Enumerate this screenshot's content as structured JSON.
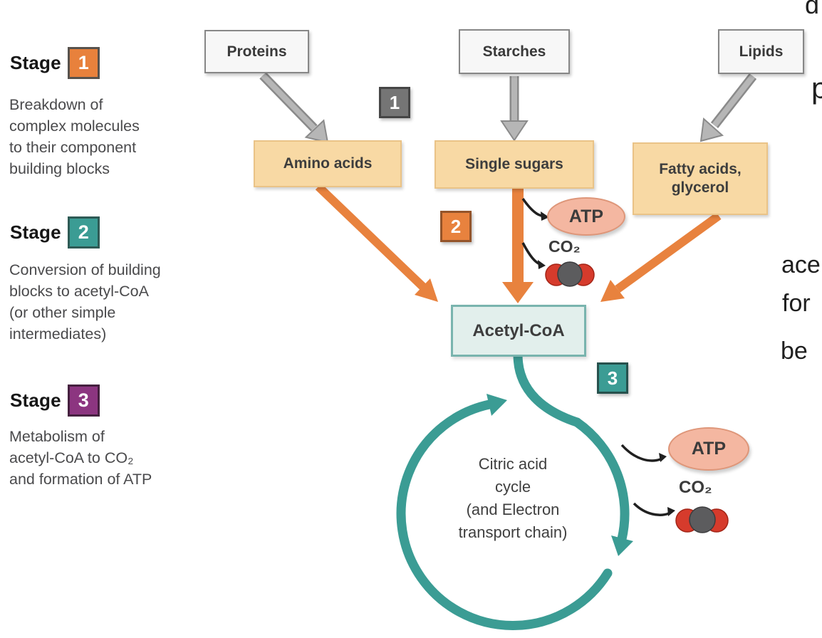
{
  "legend": {
    "stages": [
      {
        "label": "Stage",
        "num": "1",
        "desc": "Breakdown of\ncomplex molecules\nto their component\nbuilding blocks",
        "color": "#e8813c"
      },
      {
        "label": "Stage",
        "num": "2",
        "desc": "Conversion of building\nblocks to acetyl-CoA\n(or other simple\nintermediates)",
        "color": "#3b9c94"
      },
      {
        "label": "Stage",
        "num": "3",
        "desc": "Metabolism of\nacetyl-CoA to CO₂\nand formation of ATP",
        "color": "#8c3580"
      }
    ]
  },
  "diagram": {
    "sources": [
      "Proteins",
      "Starches",
      "Lipids"
    ],
    "step_badges": [
      "1",
      "2",
      "3"
    ],
    "building_blocks": [
      "Amino acids",
      "Single sugars",
      "Fatty acids,\nglycerol"
    ],
    "acetyl_coa_label": "Acetyl-CoA",
    "atp_label": "ATP",
    "co2_label": "CO₂",
    "cycle_label": "Citric acid\ncycle\n(and Electron\ntransport chain)"
  },
  "edge_fragments": {
    "top": "d",
    "upper": "p",
    "mid1": "ace",
    "mid2": "for",
    "mid3": "be"
  },
  "colors": {
    "orange": "#e8823e",
    "teal": "#3b9c94",
    "purple": "#8c3580",
    "gray_arrow": "#b6b6b6",
    "box_tan": "#f8d9a4",
    "acetyl_fill": "#e2efec",
    "atp_fill": "#f4b7a1",
    "co2_red": "#d63b2c",
    "co2_gray": "#5c5c5e"
  }
}
